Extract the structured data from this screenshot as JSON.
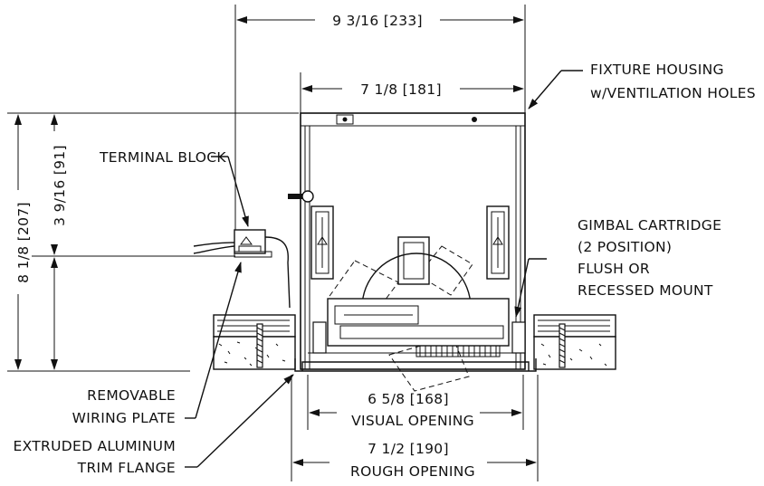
{
  "dimensions": {
    "overall_width": "9 3/16 [233]",
    "housing_width": "7 1/8 [181]",
    "overall_height": "8 1/8 [207]",
    "upper_height": "3 9/16 [91]",
    "visual_width": "6 5/8 [168]",
    "visual_label": "VISUAL OPENING",
    "rough_width": "7 1/2 [190]",
    "rough_label": "ROUGH OPENING"
  },
  "callouts": {
    "fixture_housing_1": "FIXTURE HOUSING",
    "fixture_housing_2": "w/VENTILATION HOLES",
    "terminal_block": "TERMINAL BLOCK",
    "gimbal_1": "GIMBAL CARTRIDGE",
    "gimbal_2": "(2 POSITION)",
    "gimbal_3": "FLUSH OR",
    "gimbal_4": "RECESSED MOUNT",
    "wiring_plate_1": "REMOVABLE",
    "wiring_plate_2": "WIRING PLATE",
    "trim_flange_1": "EXTRUDED ALUMINUM",
    "trim_flange_2": "TRIM FLANGE"
  }
}
